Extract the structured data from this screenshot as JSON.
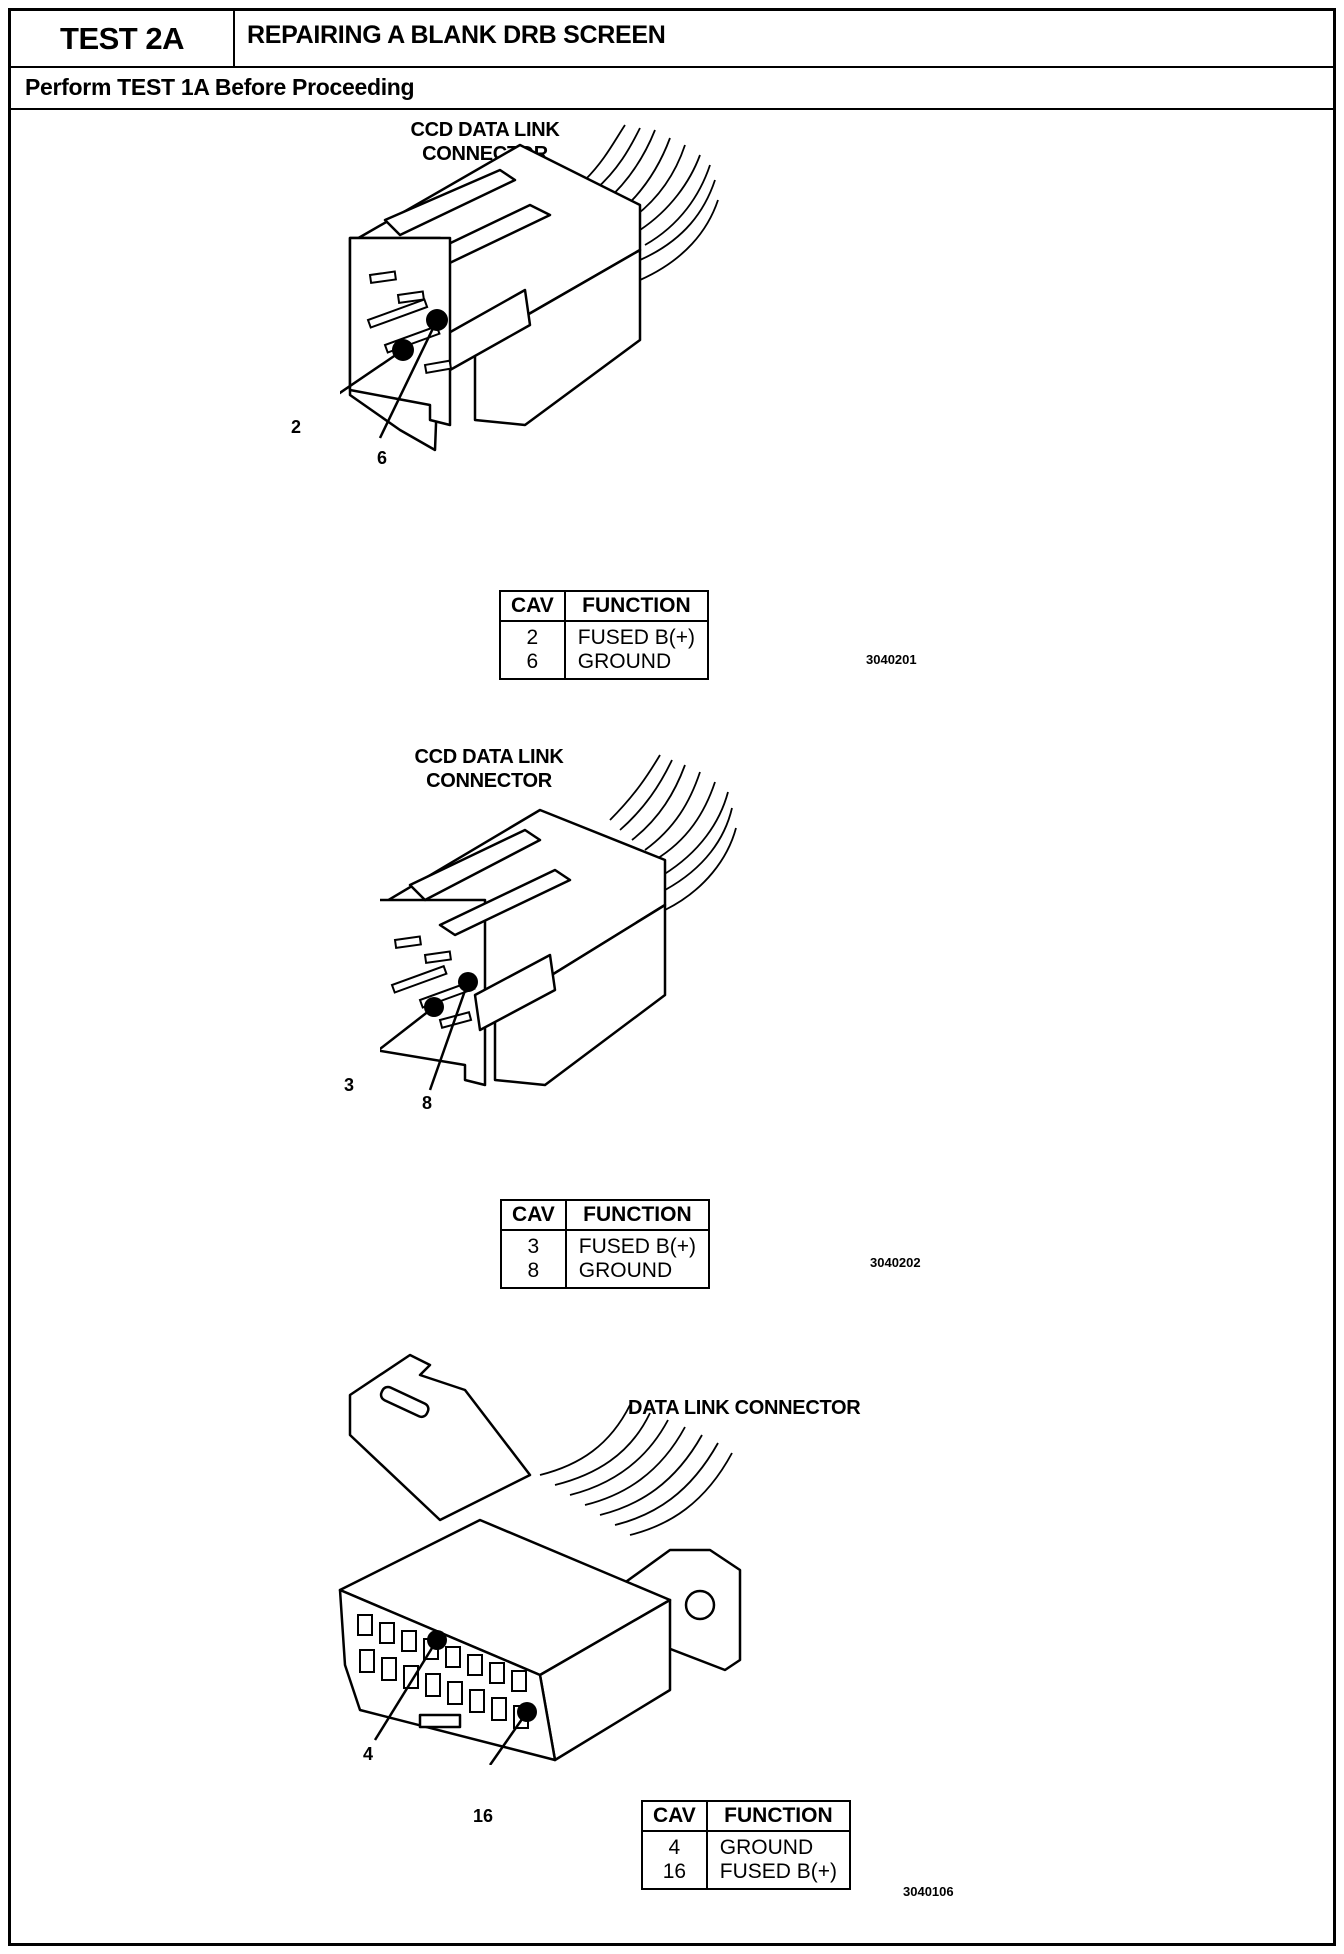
{
  "header": {
    "test_id": "TEST 2A",
    "title": "REPAIRING A BLANK DRB SCREEN",
    "subtitle": "Perform TEST 1A Before Proceeding"
  },
  "figures": [
    {
      "label": [
        "CCD DATA LINK",
        "CONNECTOR"
      ],
      "pins": [
        "2",
        "6"
      ],
      "table": {
        "headers": [
          "CAV",
          "FUNCTION"
        ],
        "rows": [
          [
            "2",
            "FUSED B(+)"
          ],
          [
            "6",
            "GROUND"
          ]
        ]
      },
      "figure_id": "3040201"
    },
    {
      "label": [
        "CCD DATA LINK",
        "CONNECTOR"
      ],
      "pins": [
        "3",
        "8"
      ],
      "table": {
        "headers": [
          "CAV",
          "FUNCTION"
        ],
        "rows": [
          [
            "3",
            "FUSED B(+)"
          ],
          [
            "8",
            "GROUND"
          ]
        ]
      },
      "figure_id": "3040202"
    },
    {
      "label": [
        "DATA LINK CONNECTOR"
      ],
      "pins": [
        "4",
        "16"
      ],
      "table": {
        "headers": [
          "CAV",
          "FUNCTION"
        ],
        "rows": [
          [
            "4",
            "GROUND"
          ],
          [
            "16",
            "FUSED B(+)"
          ]
        ]
      },
      "figure_id": "3040106"
    }
  ]
}
